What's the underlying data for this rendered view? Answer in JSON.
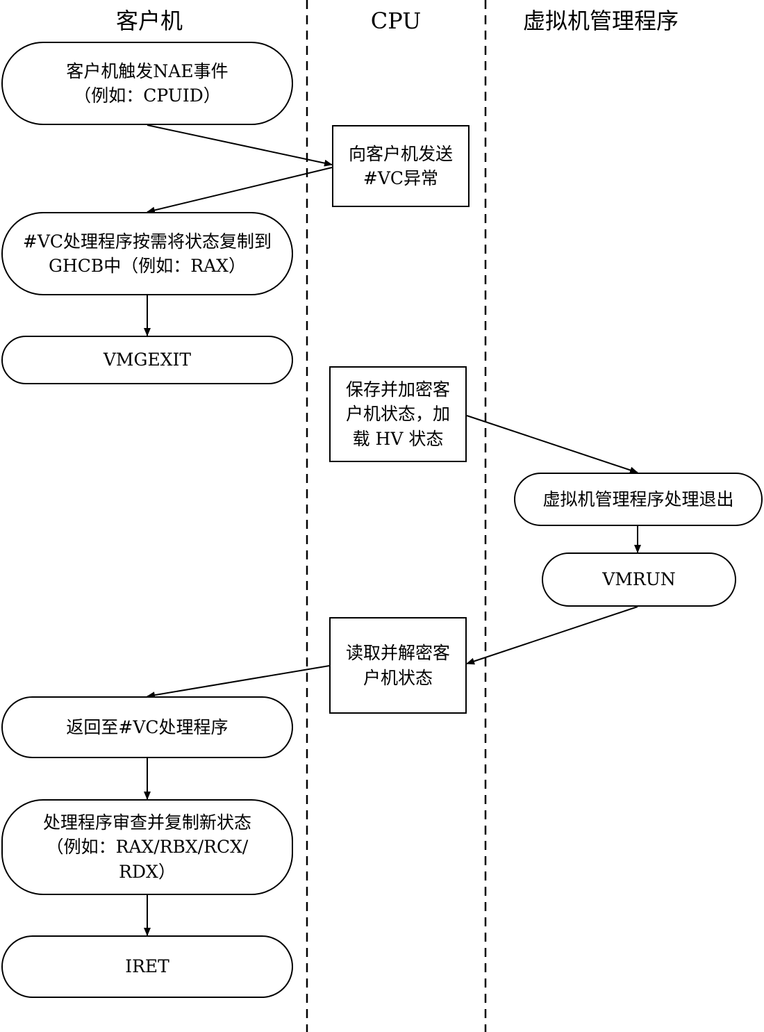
{
  "lanes": {
    "guest": "客户机",
    "cpu": "CPU",
    "hypervisor": "虚拟机管理程序"
  },
  "nodes": {
    "guest_trigger": "客户机触发NAE事件\n（例如：CPUID）",
    "cpu_send_vc": "向客户机发送\n#VC异常",
    "vc_handler_copy": "#VC处理程序按需将状态复制到\nGHCB中（例如：RAX）",
    "vmgexit": "VMGEXIT",
    "cpu_save_encrypt": "保存并加密客\n户机状态，加\n载 HV 状态",
    "hv_handle_exit": "虚拟机管理程序处理退出",
    "vmrun": "VMRUN",
    "cpu_read_decrypt": "读取并解密客\n户机状态",
    "return_vc_handler": "返回至#VC处理程序",
    "handler_review": "处理程序审查并复制新状态\n（例如：RAX/RBX/RCX/\nRDX）",
    "iret": "IRET"
  }
}
